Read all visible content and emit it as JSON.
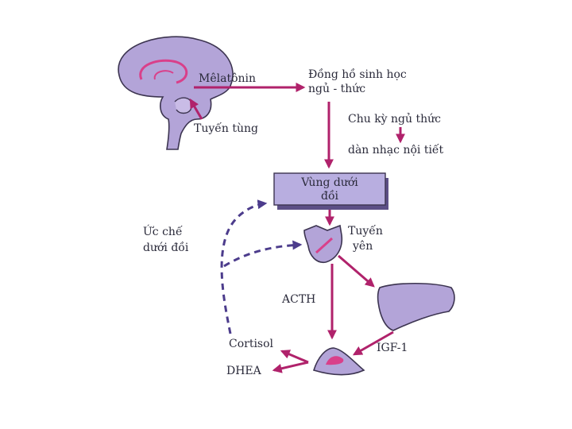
{
  "labels": {
    "melatonin": "Mêlatônin",
    "clock_line1": "Đồng hồ sinh học",
    "clock_line2": "ngủ - thức",
    "pineal": "Tuyến tùng",
    "cycle": "Chu kỳ ngủ thức",
    "orchestra": "dàn nhạc nội tiết",
    "hypothalamus_line1": "Vùng dưới",
    "hypothalamus_line2": "đồi",
    "inhibit_line1": "Ức chế",
    "inhibit_line2": "dưới đồi",
    "pituitary_line1": "Tuyến",
    "pituitary_line2": "yên",
    "acth": "ACTH",
    "cortisol": "Cortisol",
    "igf1": "IGF-1",
    "dhea": "DHEA"
  },
  "colors": {
    "organ_fill": "#b3a4d8",
    "organ_detail": "#d9408a",
    "arrow_solid": "#b0226b",
    "arrow_dashed": "#4c3c8c",
    "box_fill": "#b8aee0"
  }
}
